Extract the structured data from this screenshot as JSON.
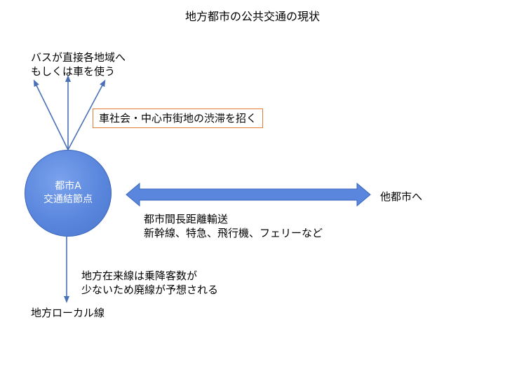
{
  "title": "地方都市の公共交通の現状",
  "top_note": [
    "バスが直接各地域へ",
    "もしくは車を使う"
  ],
  "warning_box": "車社会・中心市街地の渋滞を招く",
  "city_node": [
    "都市A",
    "交通結節点"
  ],
  "other_city": "他都市へ",
  "long_distance_note": [
    "都市間長距離輸送",
    "新幹線、特急、飛行機、フェリーなど"
  ],
  "local_note": [
    "地方在来線は乗降客数が",
    "少ないため廃線が予想される"
  ],
  "local_line": "地方ローカル線",
  "colors": {
    "node_fill": "#5a86dd",
    "arrow": "#4a70b8",
    "warning_border": "#e07b39"
  }
}
